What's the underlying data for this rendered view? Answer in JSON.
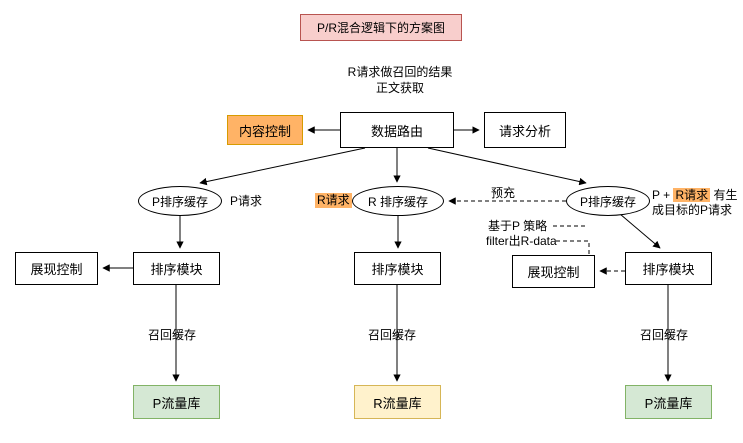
{
  "title": "P/R混合逻辑下的方案图",
  "annotations": {
    "top_note_line1": "R请求做召回的结果",
    "top_note_line2": "正文获取",
    "p_request": "P请求",
    "r_request": "R请求",
    "prefill": "预充",
    "pr_prefix": "P + ",
    "pr_highlight": "R请求",
    "pr_suffix": "有生成目标的P请求",
    "filter_note_line1": "基于P 策略",
    "filter_note_line2": "filter出R-data",
    "recall_cache_left": "召回缓存",
    "recall_cache_middle": "召回缓存",
    "recall_cache_right": "召回缓存"
  },
  "nodes": {
    "data_router": "数据路由",
    "content_control": "内容控制",
    "request_analysis": "请求分析",
    "p_sort_cache_left": "P排序缓存",
    "r_sort_cache": "R 排序缓存",
    "p_sort_cache_right": "P排序缓存",
    "display_control_left": "展现控制",
    "sort_module_left": "排序模块",
    "sort_module_middle": "排序模块",
    "display_control_right": "展现控制",
    "sort_module_right": "排序模块",
    "p_traffic_lib_left": "P流量库",
    "r_traffic_lib": "R流量库",
    "p_traffic_lib_right": "P流量库"
  },
  "colors": {
    "title_bg": "#f8cecc",
    "title_border": "#b85450",
    "highlight_orange": "#ffb366",
    "orange_border": "#d79b00",
    "green_bg": "#d5e8d4",
    "green_border": "#82b366",
    "yellow_bg": "#fff2cc",
    "yellow_border": "#d6b656",
    "line_color": "#000000"
  }
}
